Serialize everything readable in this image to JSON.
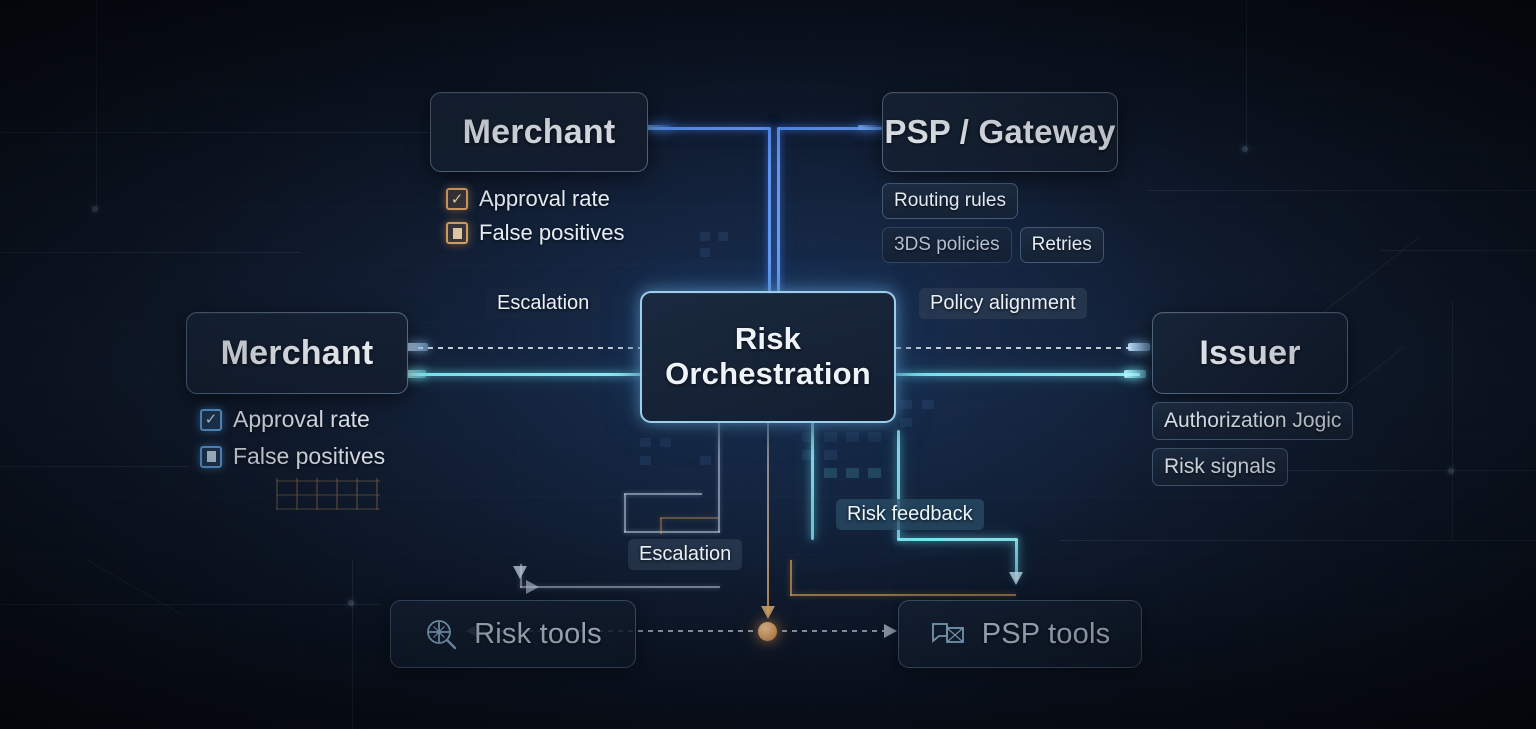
{
  "diagram": {
    "title": "Risk Orchestration",
    "theme": {
      "background": "#0c1320",
      "accent_blue": "#5f9bff",
      "accent_cyan": "#7ce8f5",
      "accent_amber": "#d89a5e",
      "text_primary": "#eef3fa",
      "text_muted": "#b2bfcf"
    }
  },
  "nodes": {
    "merchant_top": {
      "label": "Merchant",
      "bullets": [
        {
          "icon": "checkbox-checked-icon",
          "label": "Approval rate",
          "color": "#d8a062"
        },
        {
          "icon": "checkbox-filled-icon",
          "label": "False positives",
          "color": "#d8a062"
        }
      ]
    },
    "psp_gateway": {
      "label": "PSP / Gateway",
      "tags": [
        {
          "label": "Routing rules",
          "style": "solid"
        },
        {
          "label": "3DS policies",
          "style": "dim"
        },
        {
          "label": "Retries",
          "style": "solid"
        }
      ]
    },
    "merchant_left": {
      "label": "Merchant",
      "bullets": [
        {
          "icon": "checkbox-checked-icon",
          "label": "Approval rate",
          "color": "#5fa8ec"
        },
        {
          "icon": "checkbox-filled-icon",
          "label": "False positives",
          "color": "#5fa8ec"
        }
      ]
    },
    "issuer": {
      "label": "Issuer",
      "tags": [
        {
          "label": "Authorization Jogic",
          "style": "solid"
        },
        {
          "label": "Risk signals",
          "style": "solid"
        }
      ]
    },
    "center": {
      "label_line1": "Risk",
      "label_line2": "Orchestration"
    },
    "risk_tools": {
      "label": "Risk tools",
      "icon": "risk-compass-icon"
    },
    "psp_tools": {
      "label": "PSP tools",
      "icon": "psp-exchange-icon"
    }
  },
  "edge_labels": [
    {
      "id": "escalation-top",
      "text": "Escalation"
    },
    {
      "id": "policy-alignment",
      "text": "Policy alignment"
    },
    {
      "id": "escalation-bottom",
      "text": "Escalation"
    },
    {
      "id": "risk-feedback",
      "text": "Risk feedback"
    }
  ]
}
